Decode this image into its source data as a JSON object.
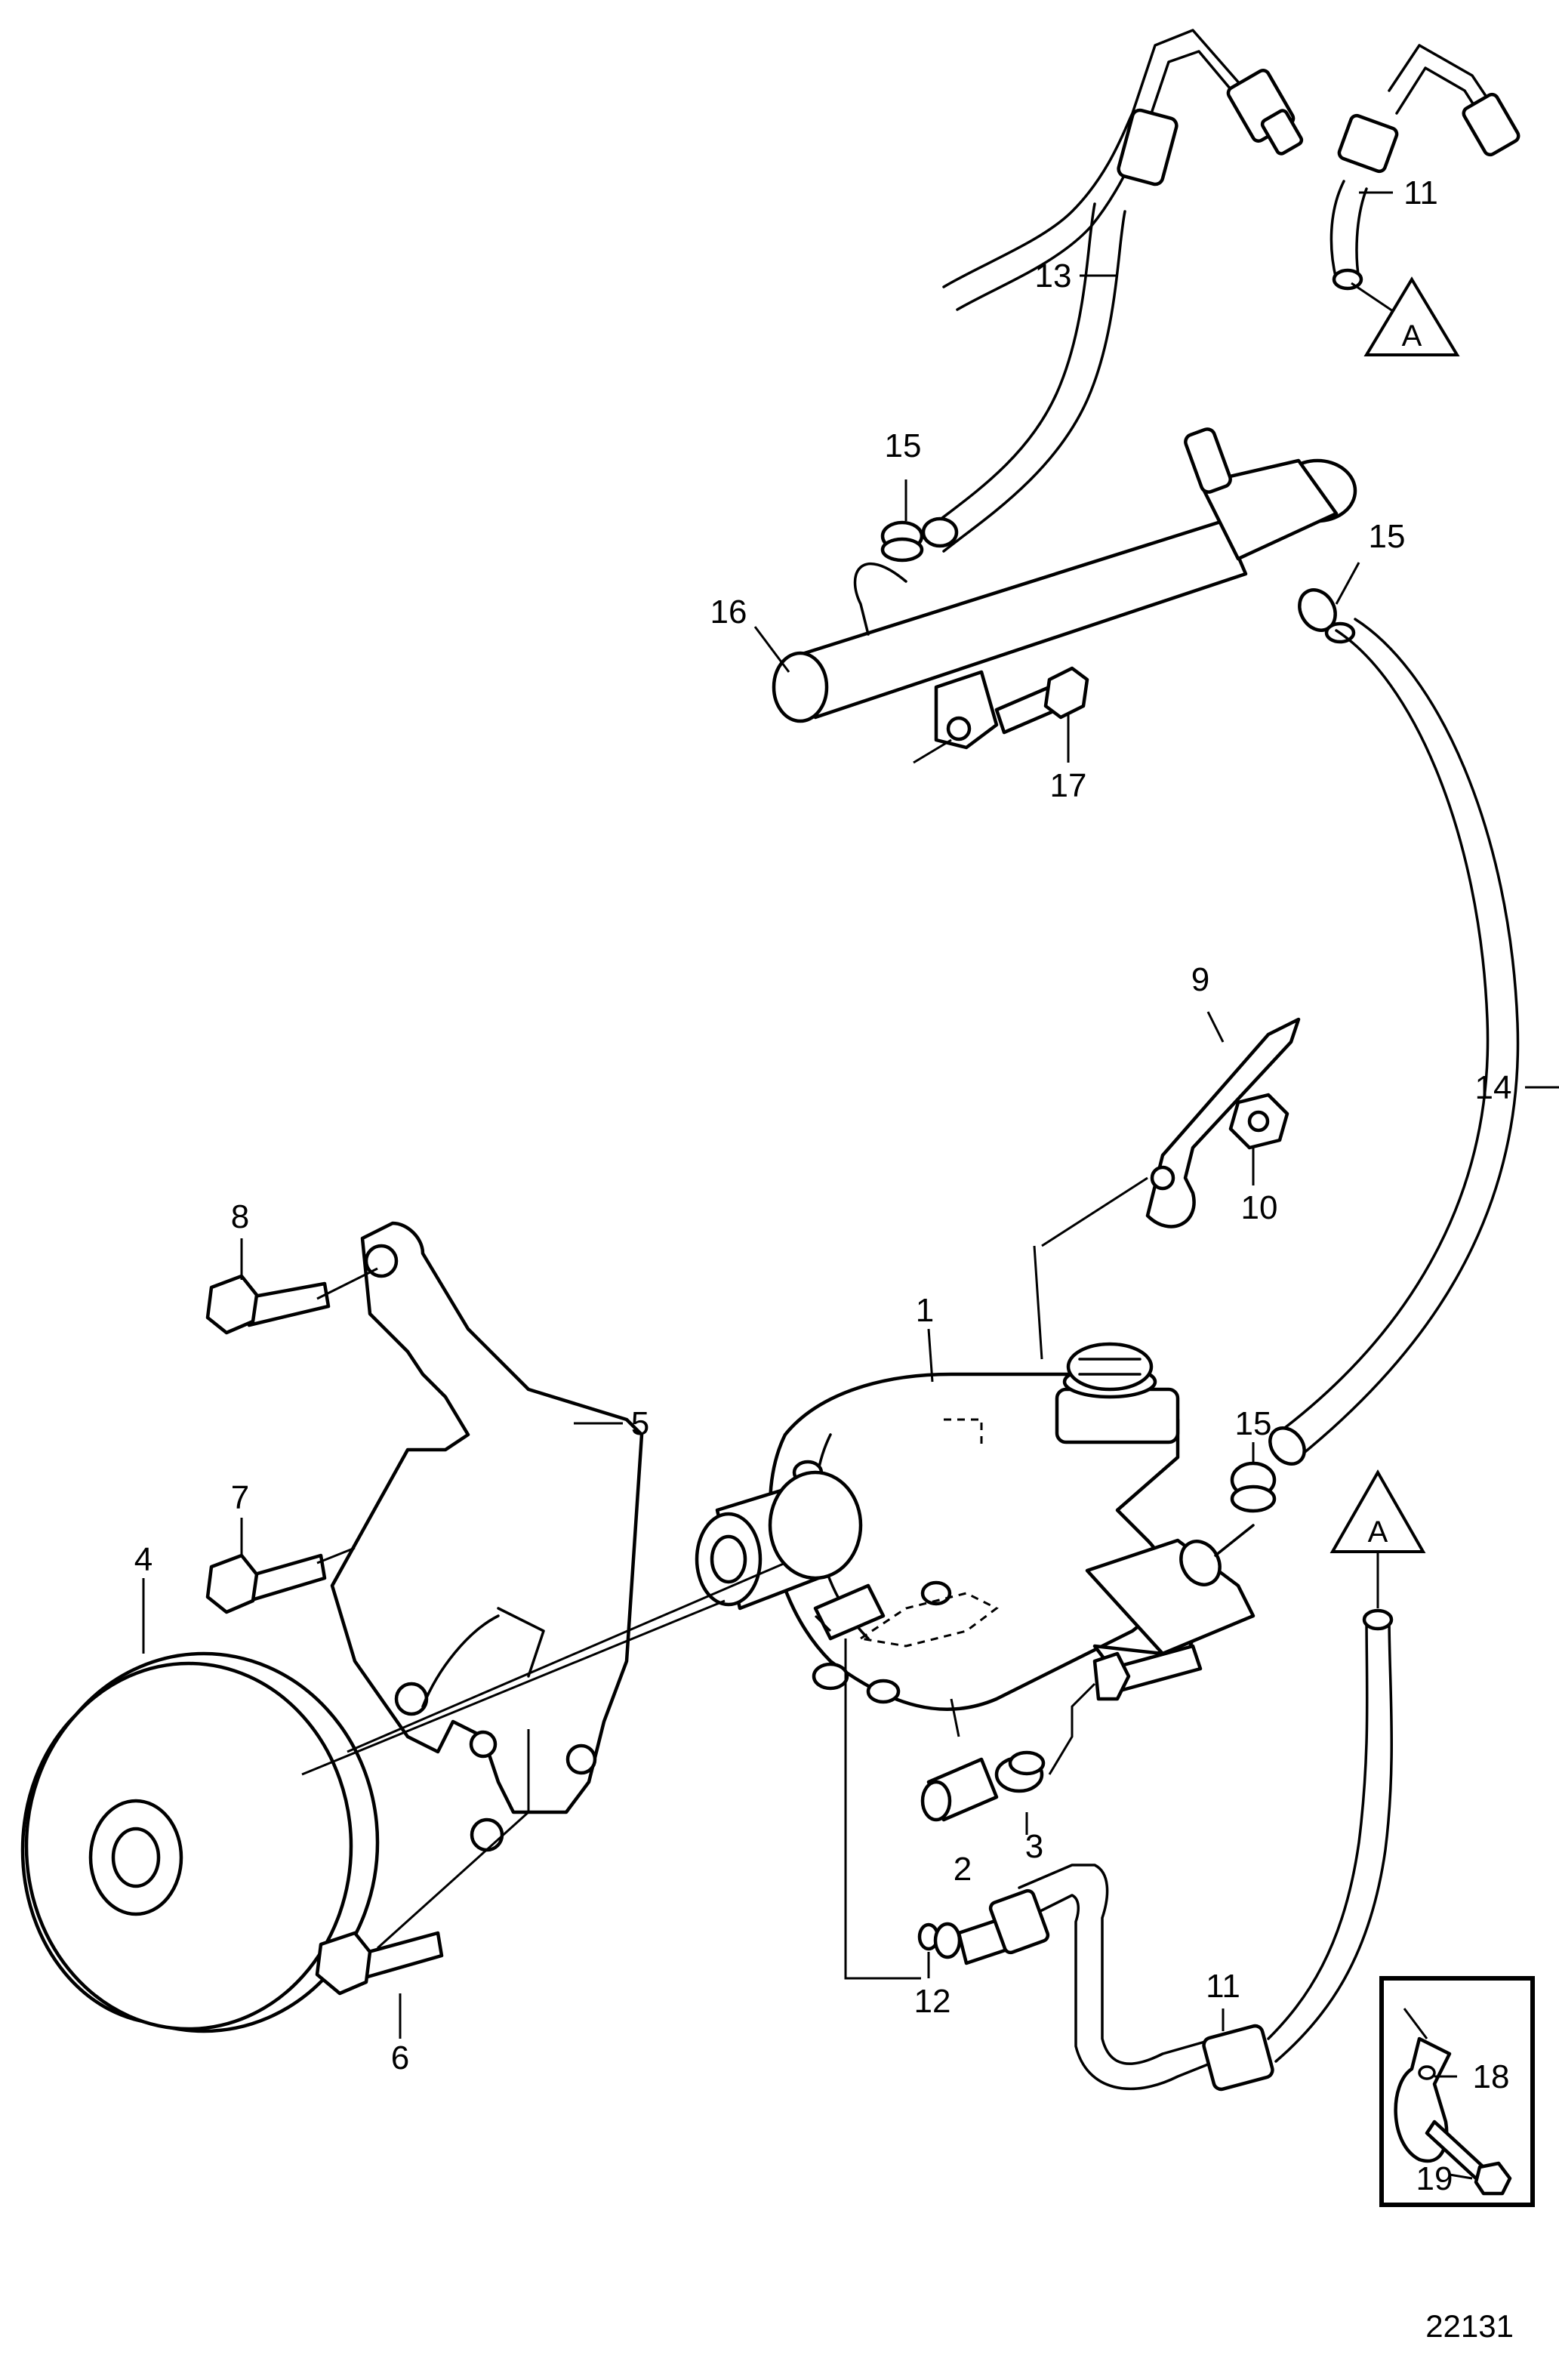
{
  "diagram": {
    "figure_number": "22131",
    "callouts": [
      {
        "key": "p1",
        "label": "1"
      },
      {
        "key": "p2",
        "label": "2"
      },
      {
        "key": "p3",
        "label": "3"
      },
      {
        "key": "p4",
        "label": "4"
      },
      {
        "key": "p5",
        "label": "5"
      },
      {
        "key": "p6",
        "label": "6"
      },
      {
        "key": "p7",
        "label": "7"
      },
      {
        "key": "p8",
        "label": "8"
      },
      {
        "key": "p9",
        "label": "9"
      },
      {
        "key": "p10",
        "label": "10"
      },
      {
        "key": "p11a",
        "label": "11"
      },
      {
        "key": "p11b",
        "label": "11"
      },
      {
        "key": "p12",
        "label": "12"
      },
      {
        "key": "p13",
        "label": "13"
      },
      {
        "key": "p14",
        "label": "14"
      },
      {
        "key": "p15a",
        "label": "15"
      },
      {
        "key": "p15b",
        "label": "15"
      },
      {
        "key": "p15c",
        "label": "15"
      },
      {
        "key": "p16",
        "label": "16"
      },
      {
        "key": "p17",
        "label": "17"
      },
      {
        "key": "p18",
        "label": "18"
      },
      {
        "key": "p19",
        "label": "19"
      }
    ],
    "references": [
      {
        "key": "refA_top",
        "label": "A"
      },
      {
        "key": "refA_mid",
        "label": "A"
      }
    ]
  }
}
